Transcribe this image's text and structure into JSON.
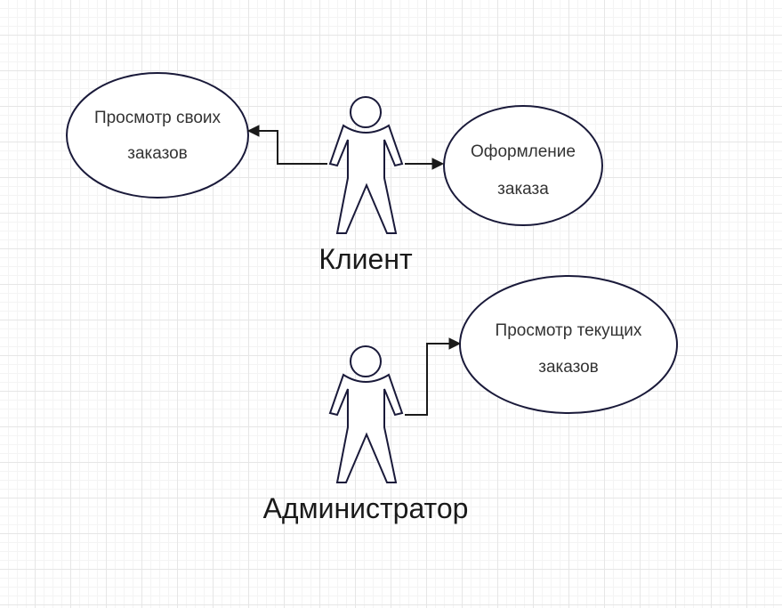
{
  "diagram": {
    "actors": {
      "client": {
        "label": "Клиент"
      },
      "admin": {
        "label": "Администратор"
      }
    },
    "use_cases": {
      "view_own_orders": {
        "line1": "Просмотр своих",
        "line2": "заказов"
      },
      "place_order": {
        "line1": "Оформление",
        "line2": "заказа"
      },
      "view_current_orders": {
        "line1": "Просмотр текущих",
        "line2": "заказов"
      }
    },
    "links": [
      {
        "from": "client",
        "to": "view_own_orders"
      },
      {
        "from": "client",
        "to": "place_order"
      },
      {
        "from": "admin",
        "to": "view_current_orders"
      }
    ],
    "colors": {
      "stroke": "#1a1a3a",
      "text": "#333333",
      "grid": "#e6e6e6"
    }
  }
}
